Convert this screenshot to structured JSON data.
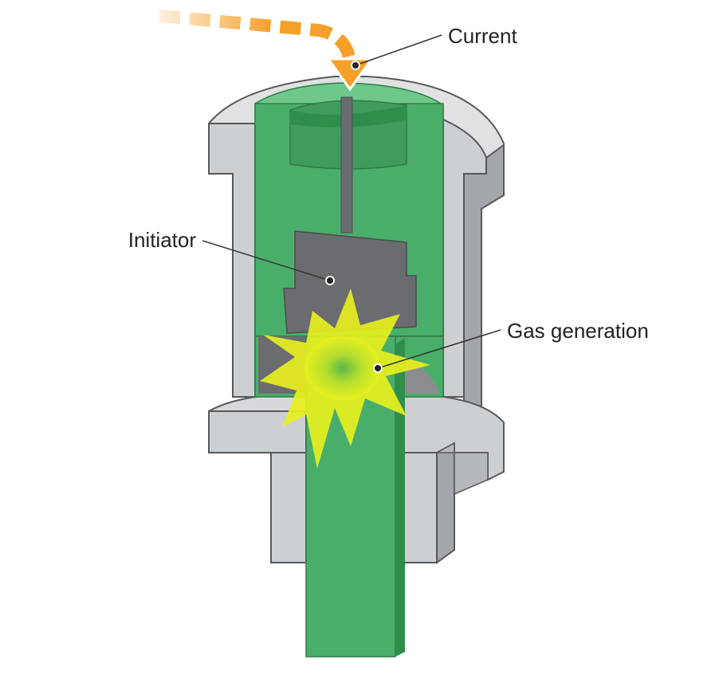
{
  "labels": {
    "current": "Current",
    "initiator": "Initiator",
    "gas_generation": "Gas generation"
  },
  "colors": {
    "housing_face": "#cdd0d3",
    "housing_top": "#dfe1e3",
    "housing_side": "#a3a6aa",
    "housing_outline": "#56595c",
    "insulator_green": "#4aae6b",
    "insulator_dark": "#2f8e4c",
    "insulator_light": "#6fc88b",
    "initiator_gray": "#6a6c70",
    "flash_yellow": "#e6ef1e",
    "flash_center": "#6cc04a",
    "current_arrow": "#f5a028",
    "leader_line": "#333333"
  },
  "icons": [
    "current-arrow-icon",
    "gas-flash-icon"
  ]
}
